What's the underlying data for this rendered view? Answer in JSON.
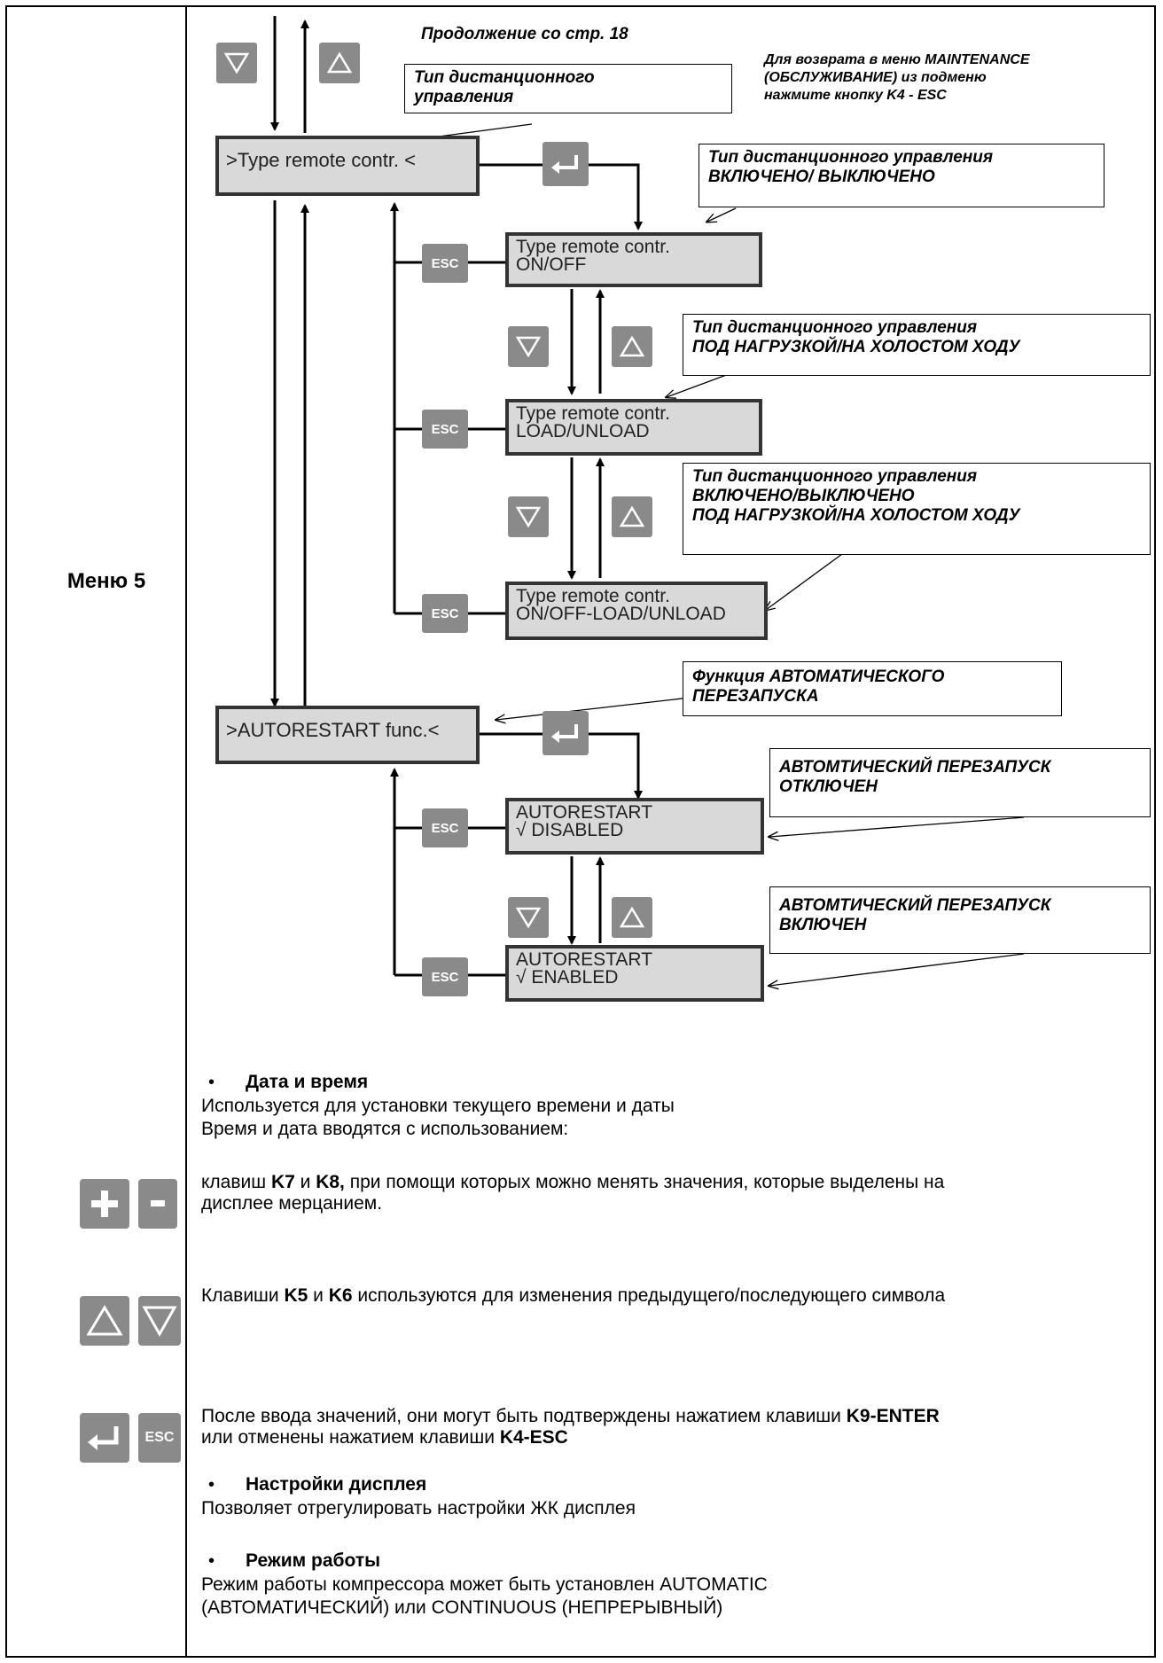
{
  "menu_label": "Меню 5",
  "notes": {
    "continuation": "Продолжение со стр. 18",
    "return_info": [
      "Для возврата в меню MAINTENANCE",
      "(ОБСЛУЖИВАНИЕ) из подменю",
      "нажмите кнопку K4 - ESC"
    ],
    "box_type_remote": [
      "Тип дистанционного",
      "управления"
    ],
    "box_onoff": [
      "Тип дистанционного управления",
      "ВКЛЮЧЕНО/ ВЫКЛЮЧЕНО"
    ],
    "box_load": [
      "Тип дистанционного управления",
      "ПОД НАГРУЗКОЙ/НА ХОЛОСТОМ ХОДУ"
    ],
    "box_combo": [
      "Тип дистанционного управления",
      "ВКЛЮЧЕНО/ВЫКЛЮЧЕНО",
      "ПОД НАГРУЗКОЙ/НА ХОЛОСТОМ ХОДУ"
    ],
    "box_autorestart": [
      "Функция АВТОМАТИЧЕСКОГО",
      "ПЕРЕЗАПУСКА"
    ],
    "box_disabled": [
      "АВТОМТИЧЕСКИЙ ПЕРЕЗАПУСК",
      "ОТКЛЮЧЕН"
    ],
    "box_enabled": [
      "АВТОМТИЧЕСКИЙ ПЕРЕЗАПУСК",
      "ВКЛЮЧЕН"
    ]
  },
  "lcd": {
    "type_remote": ">Type remote contr. <",
    "onoff": [
      "Type remote contr.",
      "ON/OFF"
    ],
    "loadunload": [
      "Type remote contr.",
      "LOAD/UNLOAD"
    ],
    "combo": [
      "Type remote contr.",
      "ON/OFF-LOAD/UNLOAD"
    ],
    "autorestart": ">AUTORESTART func.<",
    "disabled": [
      "AUTORESTART",
      "√ DISABLED"
    ],
    "enabled": [
      "AUTORESTART",
      "√ ENABLED"
    ]
  },
  "keys": {
    "esc": "ESC",
    "plus": "+",
    "minus": "-"
  },
  "sections": {
    "date_head": "Дата и время",
    "date_line1": "Используется для установки текущего времени и даты",
    "date_line2": "Время и дата вводятся с использованием:",
    "k78_text": {
      "pre": "клавиш ",
      "k7": "K7",
      "mid": " и ",
      "k8": "K8,",
      "post": " при помощи которых можно менять значения, которые выделены на",
      "line2": "дисплее мерцанием."
    },
    "k56_text": {
      "pre": "Клавиши ",
      "k5": "K5",
      "mid": " и ",
      "k6": "K6",
      "post": " используются для изменения предыдущего/последующего символа"
    },
    "enter_text": {
      "pre": "После ввода значений, они могут быть подтверждены нажатием клавиши ",
      "k9": "K9-ENTER",
      "line2pre": "или отменены нажатием клавиши ",
      "k4": "K4-ESC"
    },
    "display_head": "Настройки дисплея",
    "display_text": "Позволяет отрегулировать настройки ЖК дисплея",
    "mode_head": "Режим работы",
    "mode_text1": "Режим работы компрессора может быть установлен AUTOMATIC",
    "mode_text2": "(АВТОМАТИЧЕСКИЙ) или CONTINUOUS (НЕПРЕРЫВНЫЙ)"
  }
}
